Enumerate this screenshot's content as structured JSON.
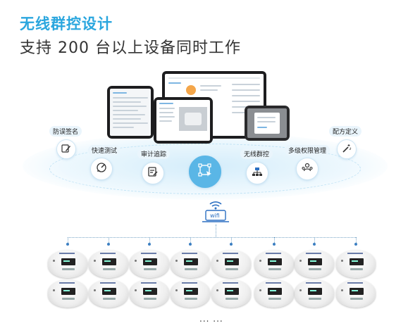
{
  "heading": {
    "title": "无线群控设计",
    "subtitle": "支持 200 台以上设备同时工作"
  },
  "colors": {
    "accent": "#2aa6de",
    "selected_icon_bg": "#5ab6e6"
  },
  "features": [
    {
      "label": "防误签名",
      "icon": "pen-edit-icon"
    },
    {
      "label": "快速测试",
      "icon": "speed-gauge-icon"
    },
    {
      "label": "审计追踪",
      "icon": "document-edit-icon"
    },
    {
      "label": "",
      "icon": "group-select-icon"
    },
    {
      "label": "无线群控",
      "icon": "network-hierarchy-icon"
    },
    {
      "label": "多级权限管理",
      "icon": "users-permission-icon"
    },
    {
      "label": "配方定义",
      "icon": "magic-wand-icon"
    }
  ],
  "network": {
    "hub_icon": "wifi-laptop-icon",
    "hub_label": "wifi",
    "device_count_shown": 16,
    "more_indicator": "... ..."
  }
}
